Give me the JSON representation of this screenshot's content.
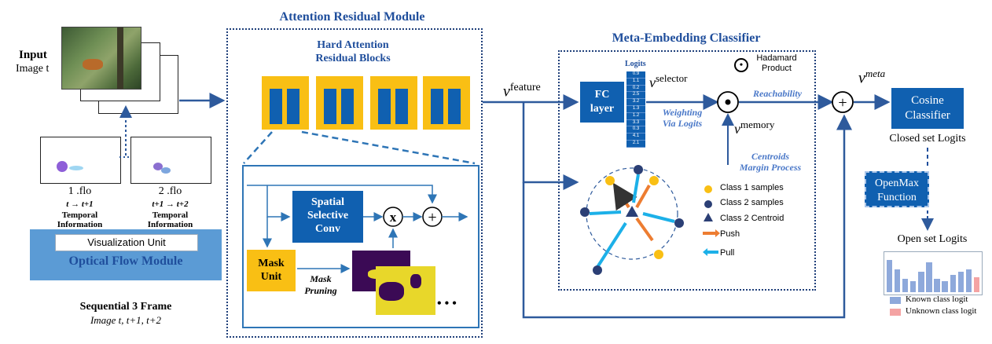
{
  "input": {
    "title": "Input",
    "subtitle": "Image t"
  },
  "flow": {
    "file1": "1 .flo",
    "file1_step": "t → t+1",
    "file2": "2 .flo",
    "file2_step": "t+1 → t+2",
    "temporal_label": "Temporal Information"
  },
  "optical": {
    "viz_unit": "Visualization Unit",
    "module": "Optical Flow Module"
  },
  "sequential": {
    "title": "Sequential 3 Frame",
    "subtitle": "Image t, t+1, t+2"
  },
  "attention": {
    "title": "Attention Residual Module",
    "blocks_title_1": "Hard Attention",
    "blocks_title_2": "Residual Blocks",
    "spatial_1": "Spatial",
    "spatial_2": "Selective",
    "spatial_3": "Conv",
    "mask_unit_1": "Mask",
    "mask_unit_2": "Unit",
    "mask_pruning_1": "Mask",
    "mask_pruning_2": "Pruning",
    "x_symbol": "x",
    "plus_symbol": "+",
    "ellipsis": "• • •"
  },
  "meta": {
    "title": "Meta-Embedding Classifier",
    "feature_label": "v",
    "feature_sup": "feature",
    "logits_title": "Logits",
    "logits": [
      "0.9",
      "1.1",
      "0.2",
      "2.5",
      "3.2",
      "1.3",
      "1.2",
      "3.3",
      "0.3",
      "4.1",
      "2.1"
    ],
    "fc_1": "FC",
    "fc_2": "layer",
    "selector_label": "v",
    "selector_sup": "selector",
    "weighting_1": "Weighting",
    "weighting_2": "Via Logits",
    "hadamard_1": "Hadamard",
    "hadamard_2": "Product",
    "reachability": "Reachability",
    "memory_label": "v",
    "memory_sup": "memory",
    "centroids_1": "Centroids",
    "centroids_2": "Margin Process",
    "meta_label": "v",
    "meta_sup": "meta",
    "legend": {
      "class1": "Class 1 samples",
      "class2": "Class 2 samples",
      "centroid": "Class 2 Centroid",
      "push": "Push",
      "pull": "Pull"
    }
  },
  "classifier": {
    "cosine_1": "Cosine",
    "cosine_2": "Classifier",
    "closed": "Closed set Logits",
    "openmax_1": "OpenMax",
    "openmax_2": "Function",
    "open": "Open set Logits",
    "open_bars": [
      0.85,
      0.6,
      0.35,
      0.3,
      0.55,
      0.8,
      0.35,
      0.3,
      0.45,
      0.55,
      0.6,
      0.4
    ],
    "unknown_index": 11,
    "known_legend": "Known class logit",
    "unknown_legend": "Unknown class logit",
    "known_color": "#8ea9db",
    "unknown_color": "#f4a3a3"
  }
}
